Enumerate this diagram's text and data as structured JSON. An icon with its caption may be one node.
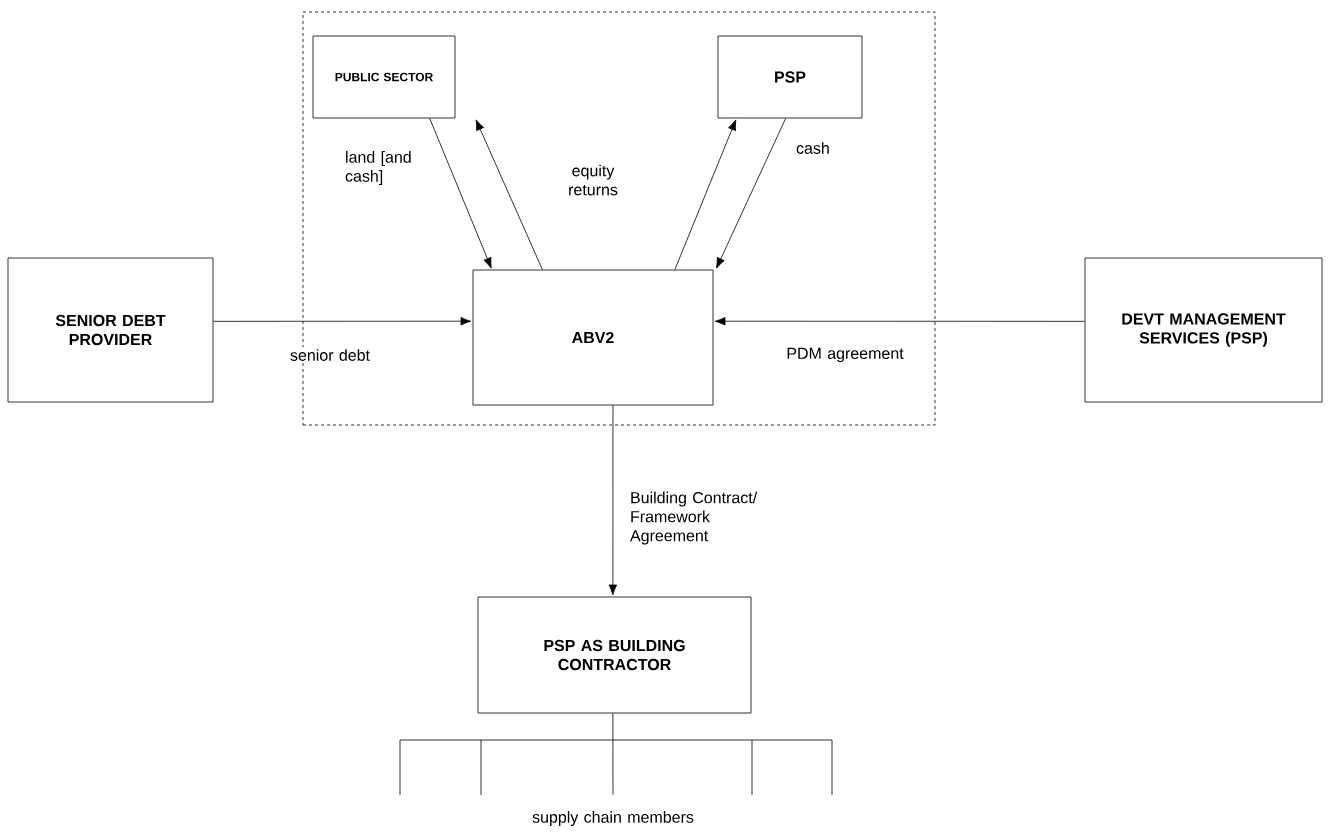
{
  "diagram": {
    "nodes": [
      {
        "text": [],
        "shape": "box"
      },
      {
        "text": [
          "PUBLIC SECTOR"
        ],
        "in": 0
      },
      {
        "text": [
          "PSP"
        ],
        "in": 0
      },
      {
        "text": [
          "ABV2"
        ],
        "in": 0
      },
      {
        "text": [
          "SENIOR DEBT PROVIDER"
        ]
      },
      {
        "text": [
          "DEVT MANAGEMENT SERVICES (PSP)"
        ]
      },
      {
        "text": [
          "PSP AS BUILDING CONTRACTOR"
        ]
      },
      {
        "text": [
          "supply chain members"
        ]
      }
    ],
    "edges": [
      {
        "from": 1,
        "to": 3,
        "arrow": "to",
        "label": "land [and cash]"
      },
      {
        "from": 3,
        "to": 1,
        "arrow": "to"
      },
      {
        "from": 3,
        "to": 2,
        "arrow": "to"
      },
      {
        "from": 2,
        "to": 3,
        "arrow": "to",
        "label": "cash"
      },
      {
        "from": 4,
        "to": 3,
        "arrow": "to",
        "label": "senior debt"
      },
      {
        "from": 5,
        "to": 3,
        "arrow": "to",
        "label": "PDM agreement"
      },
      {
        "from": 3,
        "to": 6,
        "arrow": "to",
        "label": "Building Contract/ Framework Agreement"
      },
      {
        "from": 6,
        "to": 7,
        "arrow": "none"
      }
    ],
    "labels": [
      "equity returns"
    ]
  }
}
